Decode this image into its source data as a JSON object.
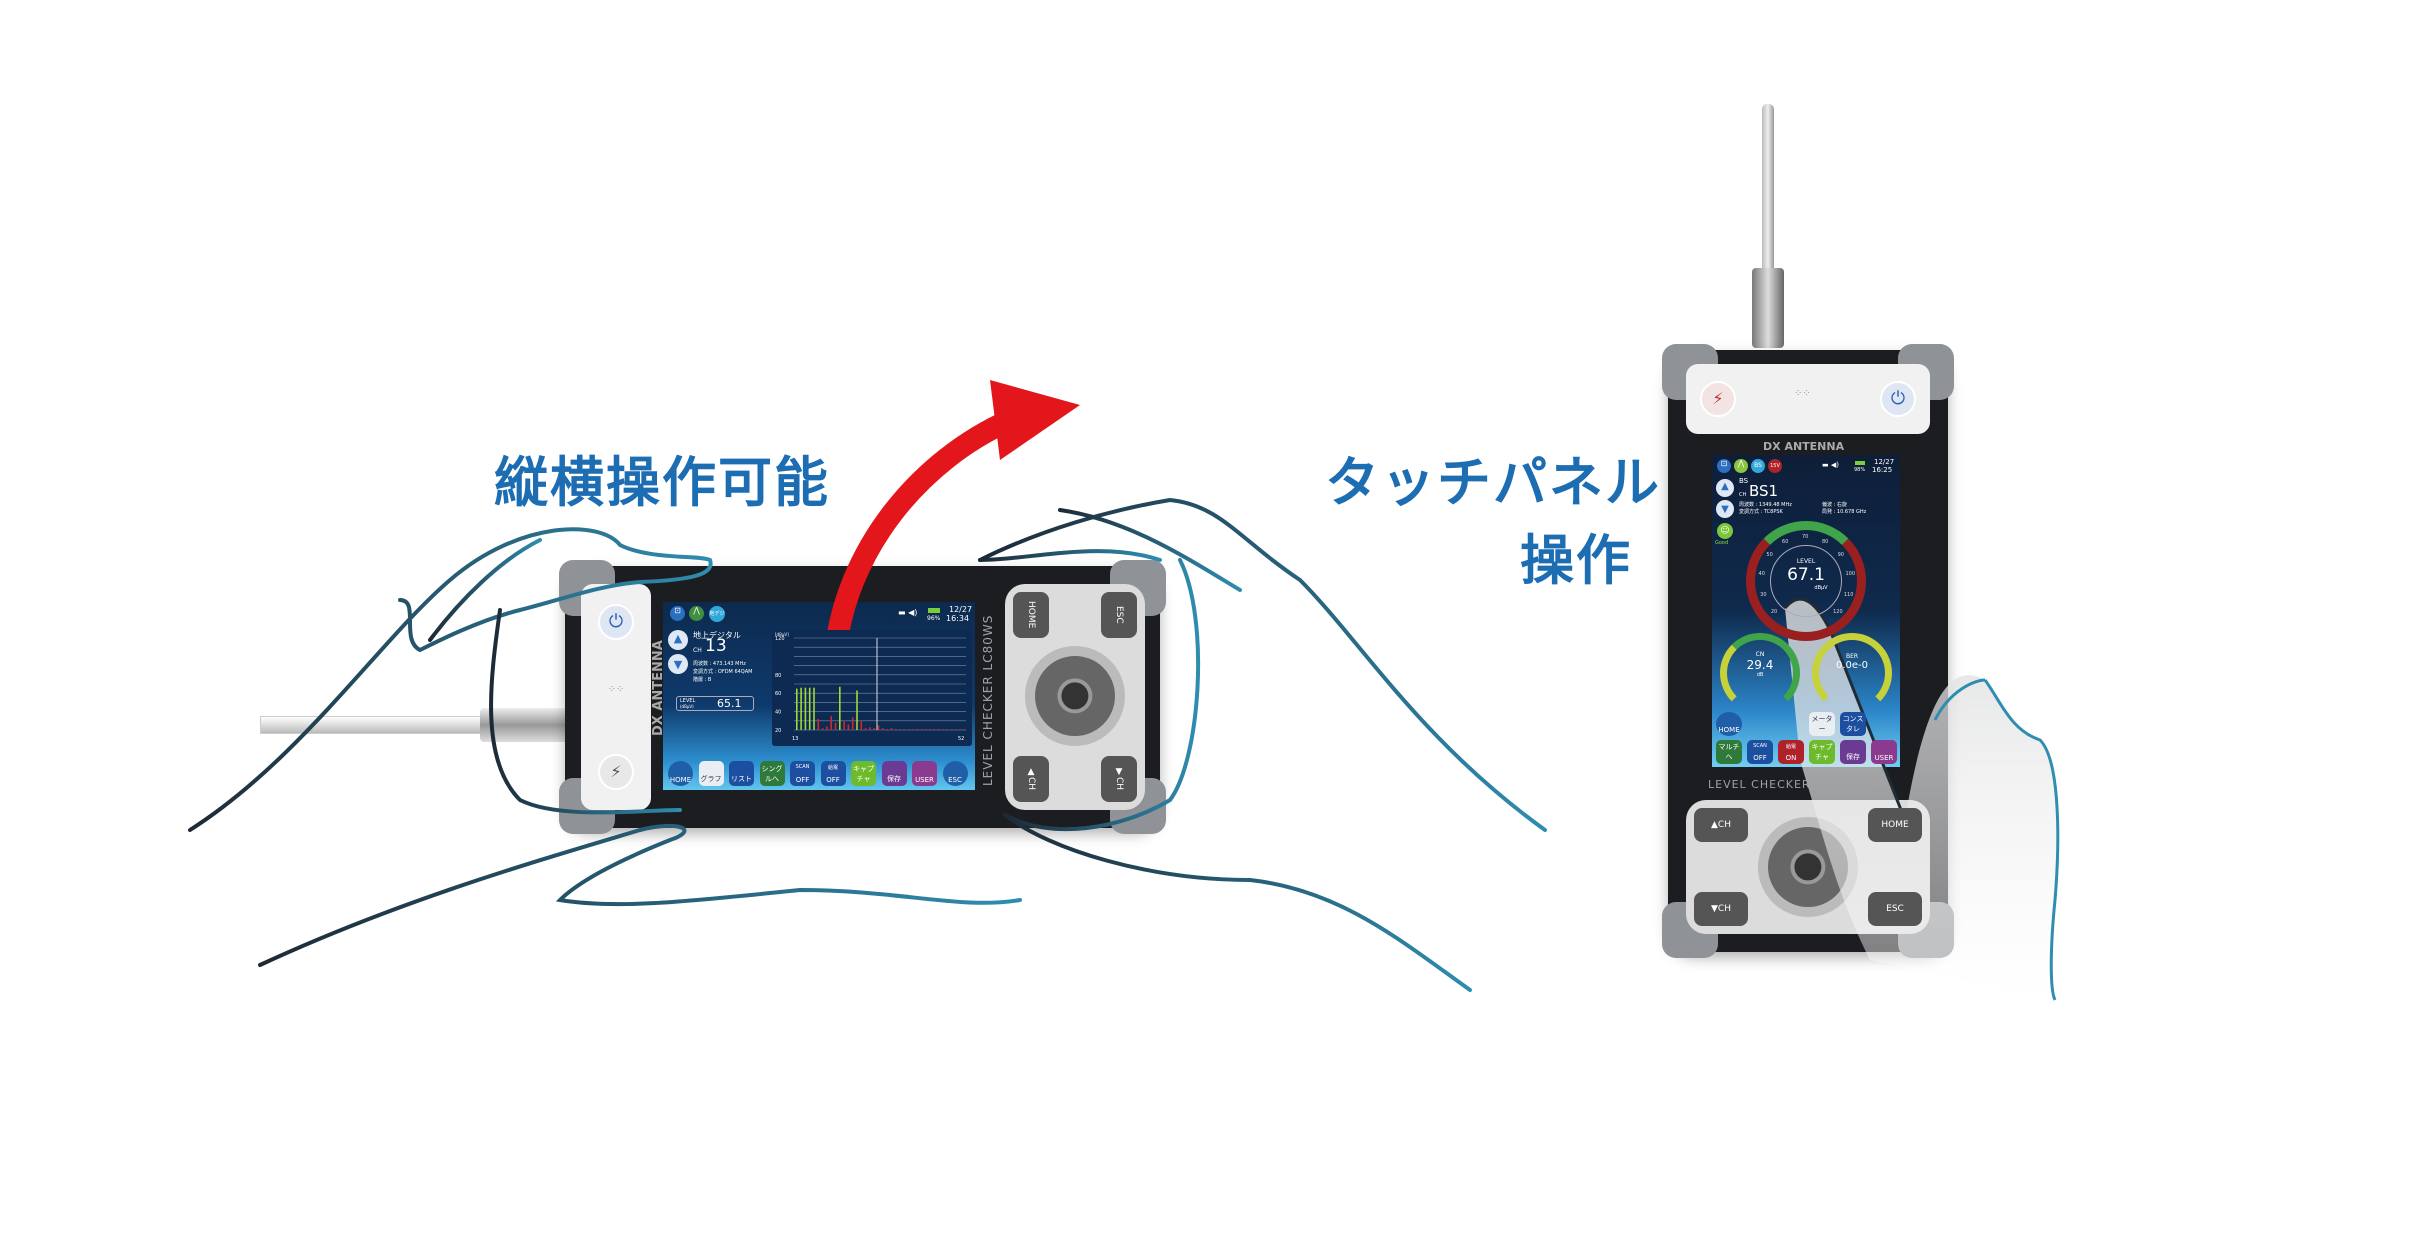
{
  "headings": {
    "orientation": "縦横操作可能",
    "touch_line1": "タッチパネル",
    "touch_line2": "操作"
  },
  "brand": "DX ANTENNA",
  "model_label": "LEVEL CHECKER  LC80WS",
  "colors": {
    "heading": "#1d6db3",
    "arrow": "#e3161b",
    "hand_line": "#2c7f9e"
  },
  "landscape": {
    "status": {
      "date": "12/27",
      "time": "16:34",
      "battery": "96%"
    },
    "mode_badge": "地デジ",
    "band": "地上デジタル",
    "ch_prefix": "CH",
    "channel": "13",
    "info": [
      {
        "label": "周波数",
        "value": ": 473.143 MHz"
      },
      {
        "label": "変調方式",
        "value": ": OFDM 64QAM"
      },
      {
        "label": "階層",
        "value": ": B"
      }
    ],
    "level_label": "LEVEL",
    "level_unit": "(dBμV)",
    "level_value": "65.1",
    "chart_unit": "[dBμV]",
    "y_ticks": [
      "120",
      "80",
      "60",
      "40",
      "20"
    ],
    "x_ticks": [
      "13",
      "52"
    ],
    "spectrum": [
      65,
      66,
      66,
      66,
      66,
      32,
      22,
      24,
      35,
      28,
      67,
      30,
      26,
      34,
      63,
      30,
      22,
      23,
      22,
      25,
      22,
      21,
      22,
      21,
      21,
      21,
      21,
      21,
      21,
      21,
      21,
      21,
      21,
      21,
      21,
      21,
      21,
      21,
      21,
      21
    ],
    "buttons": [
      {
        "label": "HOME",
        "color": "#1f5fa8"
      },
      {
        "label": "グラフ",
        "color": "#e9eef3"
      },
      {
        "label": "リスト",
        "color": "#1c4fa0"
      },
      {
        "label": "シングルへ",
        "color": "#2f7a3a"
      },
      {
        "label": "OFF",
        "top": "SCAN",
        "color": "#1c4fa0"
      },
      {
        "label": "OFF",
        "top": "給電",
        "color": "#1c4fa0"
      },
      {
        "label": "キャプチャ",
        "color": "#6dbb2c"
      },
      {
        "label": "保存",
        "color": "#6b3b94"
      },
      {
        "label": "USER",
        "color": "#8a3b8f"
      },
      {
        "label": "ESC",
        "color": "#1f5fa8"
      }
    ],
    "keys": {
      "home": "HOME",
      "esc": "ESC",
      "ch_up": "▲CH",
      "ch_down": "▼CH"
    }
  },
  "portrait": {
    "status": {
      "date": "12/27",
      "time": "16:25",
      "battery": "98%"
    },
    "badges": [
      "BS",
      "15V"
    ],
    "band": "BS",
    "ch_prefix": "CH",
    "channel": "BS1",
    "info": [
      {
        "label": "周波数",
        "value": ": 1349.48 MHz"
      },
      {
        "label": "変調方式",
        "value": ": TC8PSK"
      },
      {
        "label": "偏波",
        "value": ": 右旋"
      },
      {
        "label": "局発",
        "value": ": 10.678 GHz"
      }
    ],
    "good": "Good",
    "level": {
      "label": "LEVEL",
      "value": "67.1",
      "unit": "dBμV",
      "ticks": [
        "20",
        "30",
        "40",
        "50",
        "60",
        "70",
        "80",
        "90",
        "100",
        "110",
        "120"
      ]
    },
    "cn": {
      "label": "CN",
      "value": "29.4",
      "unit": "dB"
    },
    "ber": {
      "label": "BER",
      "value": "0.0e-0"
    },
    "buttons": [
      {
        "label": "HOME",
        "color": "#1f5fa8"
      },
      {
        "label": "メーター",
        "color": "#e9eef3"
      },
      {
        "label": "コンスタレ",
        "color": "#1c4fa0"
      },
      {
        "label": "マルチへ",
        "color": "#2f7a3a"
      },
      {
        "label": "OFF",
        "top": "SCAN",
        "color": "#1c4fa0"
      },
      {
        "label": "ON",
        "top": "給電",
        "color": "#b0222a"
      },
      {
        "label": "キャプチャ",
        "color": "#6dbb2c"
      },
      {
        "label": "保存",
        "color": "#6b3b94"
      },
      {
        "label": "USER",
        "color": "#8a3b8f"
      }
    ],
    "keys": {
      "ch_up": "▲CH",
      "ch_down": "▼CH",
      "home": "HOME",
      "esc": "ESC"
    }
  }
}
